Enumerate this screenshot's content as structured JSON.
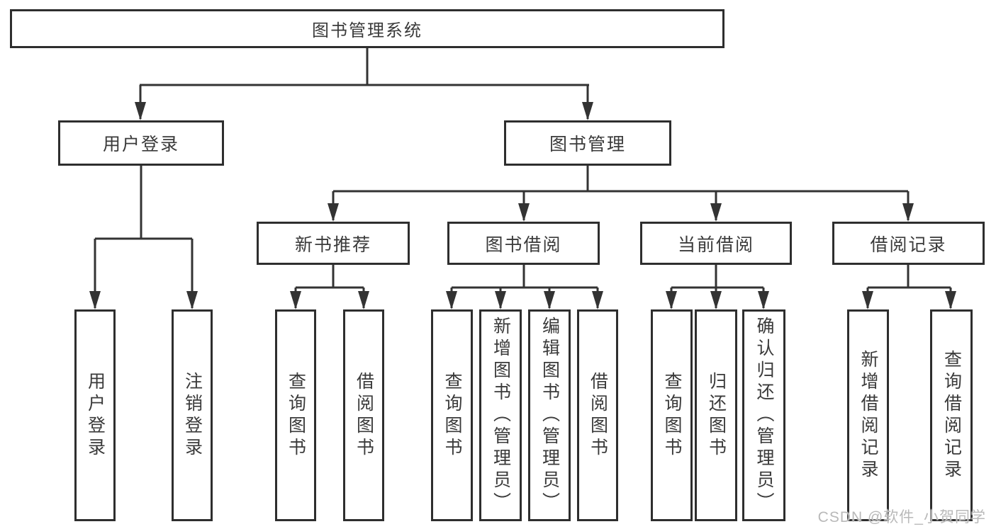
{
  "title": "图书管理系统",
  "tree": {
    "label": "图书管理系统",
    "children": [
      {
        "label": "用户登录",
        "children": [
          {
            "label": "用户登录"
          },
          {
            "label": "注销登录"
          }
        ]
      },
      {
        "label": "图书管理",
        "children": [
          {
            "label": "新书推荐",
            "children": [
              {
                "label": "查询图书"
              },
              {
                "label": "借阅图书"
              }
            ]
          },
          {
            "label": "图书借阅",
            "children": [
              {
                "label": "查询图书"
              },
              {
                "label": "新增图书（管理员）"
              },
              {
                "label": "编辑图书（管理员）"
              },
              {
                "label": "借阅图书"
              }
            ]
          },
          {
            "label": "当前借阅",
            "children": [
              {
                "label": "查询图书"
              },
              {
                "label": "归还图书"
              },
              {
                "label": "确认归还（管理员）"
              }
            ]
          },
          {
            "label": "借阅记录",
            "children": [
              {
                "label": "新增借阅记录"
              },
              {
                "label": "查询借阅记录"
              }
            ]
          }
        ]
      }
    ]
  },
  "watermark": "CSDN @软件_小贺同学",
  "colors": {
    "background": "#ffffff",
    "border": "#2e2e2e",
    "line": "#333333",
    "text": "#3a3a3a",
    "watermark": "#b9b9b9"
  }
}
